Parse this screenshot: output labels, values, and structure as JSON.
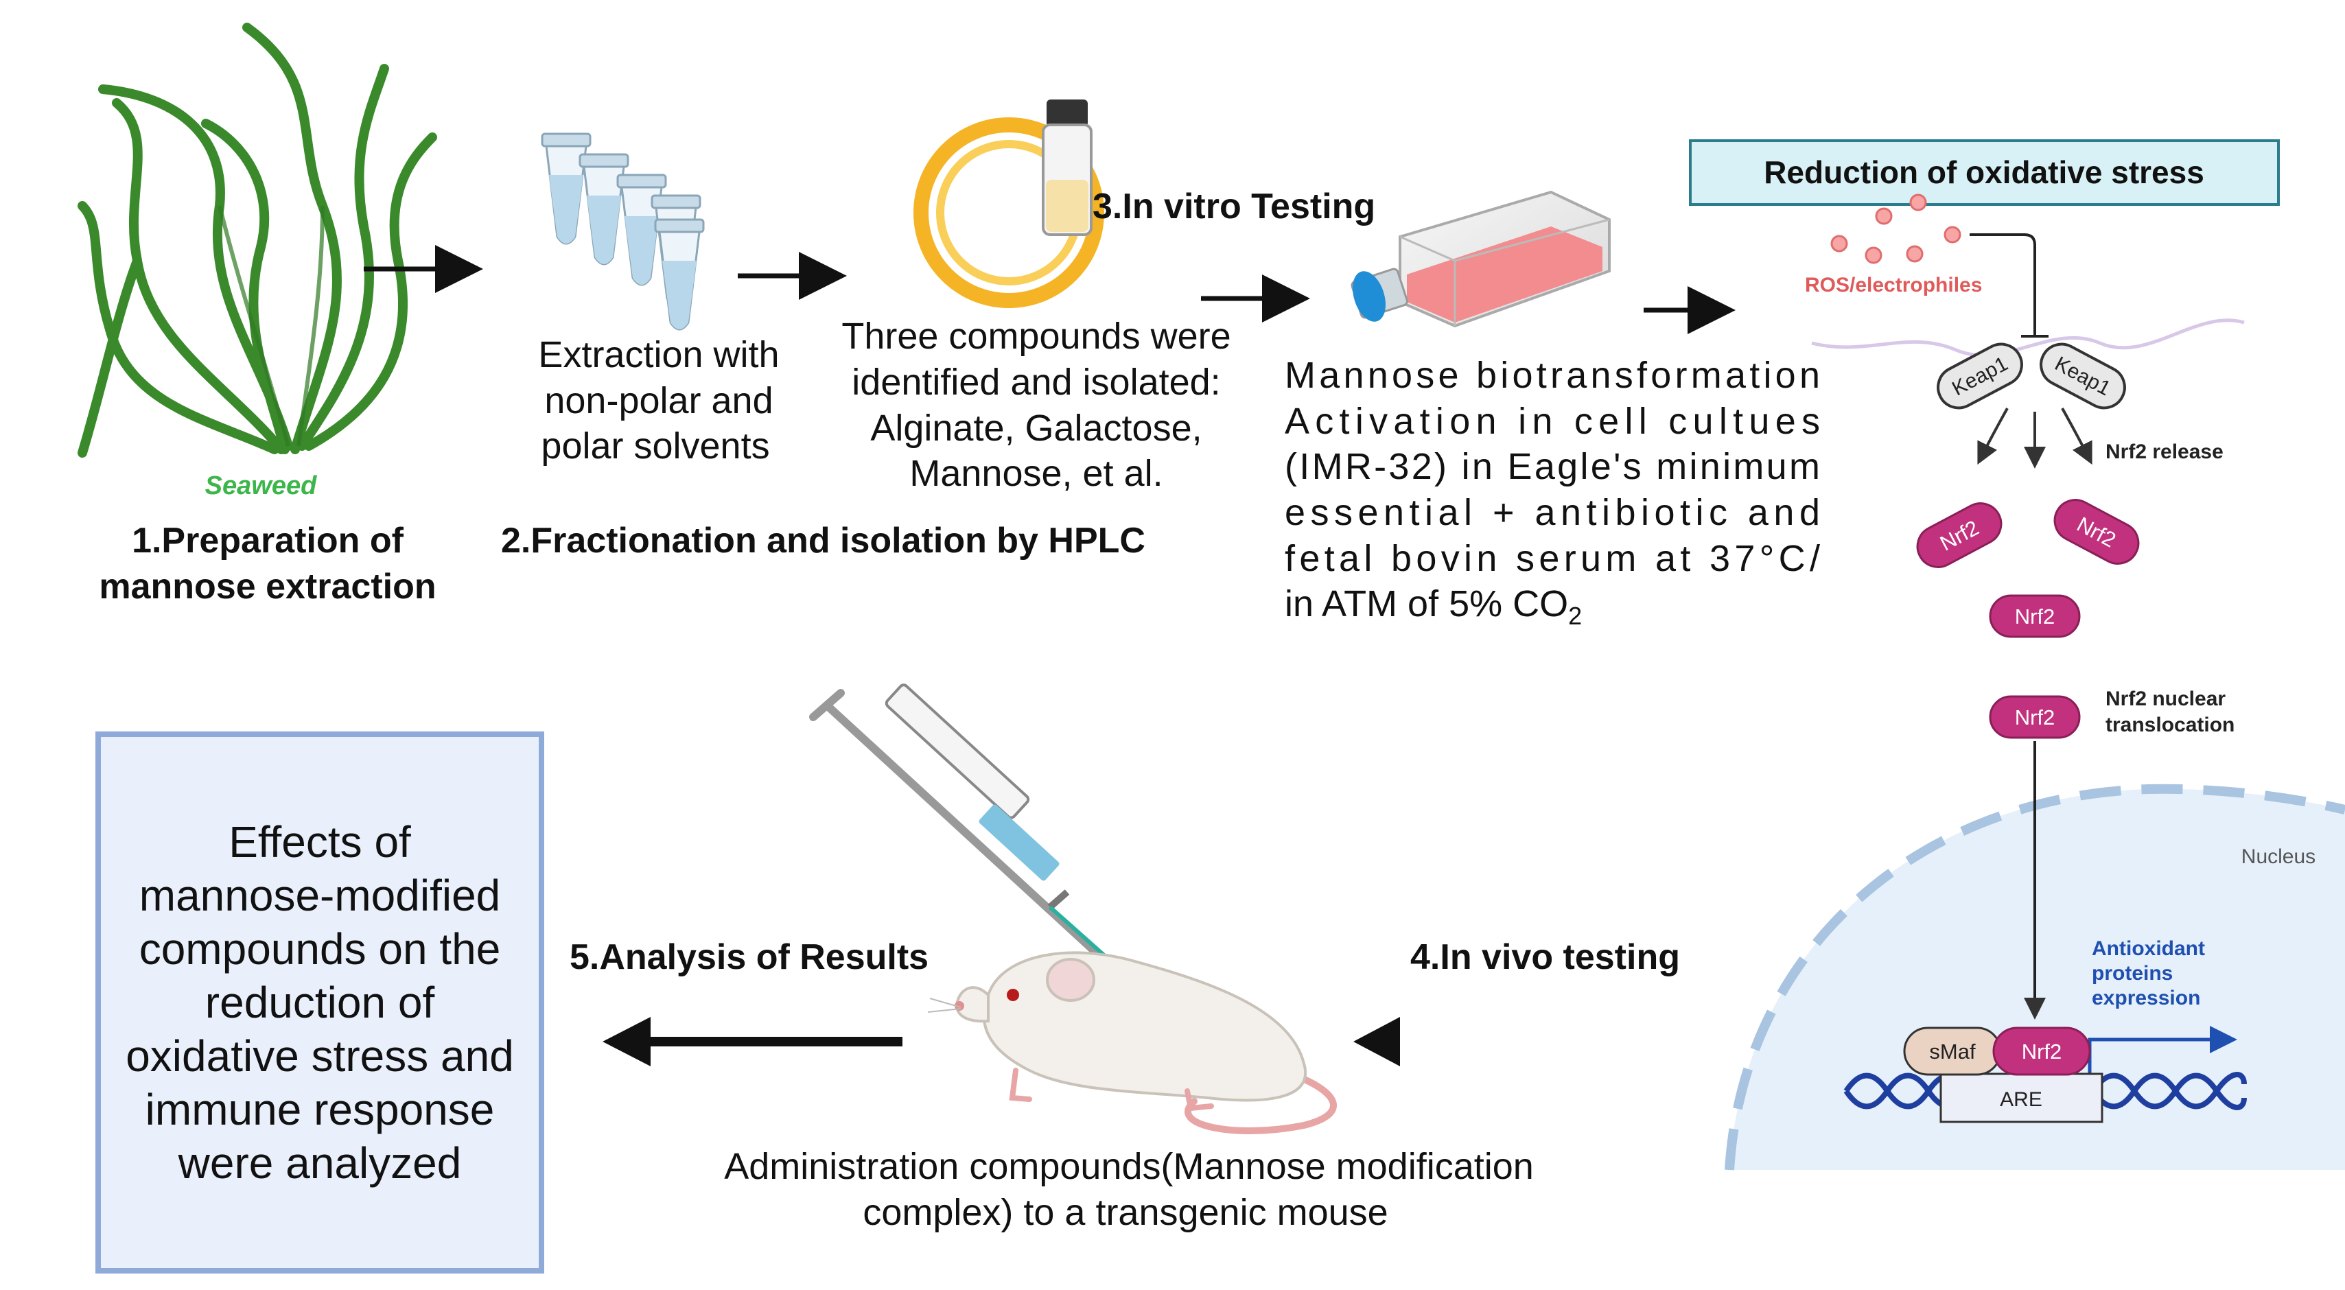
{
  "steps": {
    "step1": {
      "label_line1": "1.Preparation  of",
      "label_line2": "mannose extraction",
      "seaweed_caption": "Seaweed"
    },
    "step2": {
      "label": "2.Fractionation and isolation by  HPLC",
      "extraction_line1": "Extraction with",
      "extraction_line2": "non-polar and",
      "extraction_line3": "polar solvents",
      "compounds_line1": "Three compounds were",
      "compounds_line2": "identified and isolated:",
      "compounds_line3": "Alginate, Galactose,",
      "compounds_line4": "Mannose, et al."
    },
    "step3": {
      "label": "3.In vitro Testing",
      "desc_line1": "Mannose  biotransformation",
      "desc_line2": "Activation  in  cell  cultues",
      "desc_line3": "(IMR-32) in Eagle's minimum",
      "desc_line4": "essential  +  antibiotic  and",
      "desc_line5": "fetal  bovin  serum  at  37°C/",
      "desc_line6": "in  ATM of 5% CO",
      "desc_subscript": "2"
    },
    "step4": {
      "label": "4.In vivo testing",
      "admin_line1": "Administration compounds(Mannose modification",
      "admin_line2": "complex) to a transgenic mouse"
    },
    "step5": {
      "label": "5.Analysis of Results",
      "result_text": "Effects of mannose-modified compounds on the reduction of oxidative stress and immune response were analyzed"
    }
  },
  "pathway": {
    "title": "Reduction of oxidative stress",
    "ros_label": "ROS/electrophiles",
    "keap1_left": "Keap1",
    "keap1_right": "Keap1",
    "nrf2_release": "Nrf2 release",
    "nrf2": "Nrf2",
    "nrf2_nuclear_line1": "Nrf2 nuclear",
    "nrf2_nuclear_line2": "translocation",
    "nucleus": "Nucleus",
    "smaf": "sMaf",
    "are": "ARE",
    "antioxidant_line1": "Antioxidant",
    "antioxidant_line2": "proteins",
    "antioxidant_line3": "expression"
  },
  "colors": {
    "seaweed": "#3a8a2c",
    "seaweed_caption": "#3cb54a",
    "title_box_fill": "#d8f1f6",
    "title_box_stroke": "#2b7c8c",
    "ros": "#f08080",
    "nrf2": "#c2317e",
    "dna": "#1f3fa0",
    "antioxidant": "#1f4fb0",
    "nucleus_fill": "#e6f0fa",
    "result_box_fill": "#e9f0fb",
    "result_box_stroke": "#8eaad8"
  }
}
